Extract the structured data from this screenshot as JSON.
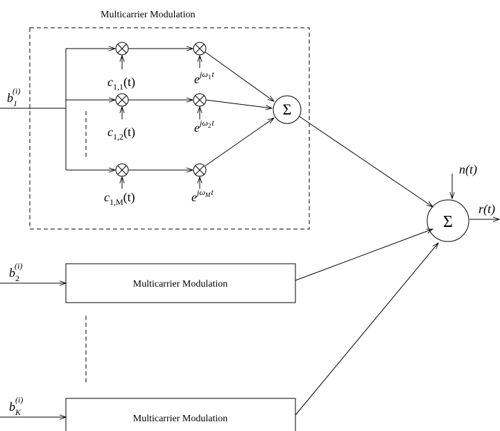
{
  "diagram": {
    "outer_box_title": "Multicarrier Modulation",
    "block_label_2": "Multicarrier Modulation",
    "block_label_k": "Multicarrier Modulation",
    "inputs": {
      "b1": {
        "base": "b",
        "sub": "1",
        "sup": "(i)"
      },
      "b2": {
        "base": "b",
        "sub": "2",
        "sup": "(i)"
      },
      "bk": {
        "base": "b",
        "sub": "K",
        "sup": "(i)"
      }
    },
    "codes": {
      "c11": {
        "base": "c",
        "sub": "1,1",
        "arg": "(t)"
      },
      "c12": {
        "base": "c",
        "sub": "1,2",
        "arg": "(t)"
      },
      "c1m": {
        "base": "c",
        "sub": "1,M",
        "arg": "(t)"
      }
    },
    "carriers": {
      "e1": {
        "base": "e",
        "sup_j": "jω",
        "sup_sub": "1",
        "sup_t": "t"
      },
      "e2": {
        "base": "e",
        "sup_j": "jω",
        "sup_sub": "2",
        "sup_t": "t"
      },
      "em": {
        "base": "e",
        "sup_j": "jω",
        "sup_sub": "M",
        "sup_t": "t"
      }
    },
    "multiplier_symbol": "⊗",
    "sum_symbol": "Σ",
    "noise_label": "n(t)",
    "output_label": "r(t)"
  }
}
